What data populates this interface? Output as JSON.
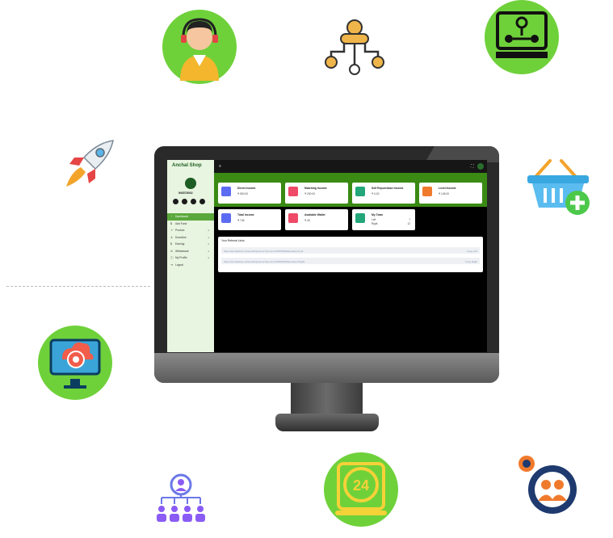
{
  "brand": {
    "name": "Anchal Shop"
  },
  "user": {
    "id": "IN6578002"
  },
  "sidebar": {
    "items": [
      {
        "label": "Dashboard",
        "icon": "dashboard-icon"
      },
      {
        "label": "Add Fund",
        "icon": "dollar-icon"
      },
      {
        "label": "Product",
        "icon": "chart-icon",
        "chevron": "v"
      },
      {
        "label": "Downline",
        "icon": "user-icon",
        "chevron": "v"
      },
      {
        "label": "Earning",
        "icon": "dollar-icon",
        "chevron": "v"
      },
      {
        "label": "Withdrawal",
        "icon": "wallet-icon",
        "chevron": "v"
      },
      {
        "label": "My Profile",
        "icon": "profile-icon",
        "chevron": "v"
      },
      {
        "label": "Logout",
        "icon": "logout-icon"
      }
    ]
  },
  "cards": [
    {
      "title": "Direct Income",
      "value": "₹ 900.00",
      "color": "#5b6cf2"
    },
    {
      "title": "Matching Income",
      "value": "₹ 200.00",
      "color": "#ef4a68"
    },
    {
      "title": "Self Repurchase Income",
      "value": "₹ 0.00",
      "color": "#22a67a"
    },
    {
      "title": "Level Income",
      "value": "₹ 145.00",
      "color": "#f07a2c"
    },
    {
      "title": "Total Income",
      "value": "₹ 745",
      "color": "#5b6cf2"
    },
    {
      "title": "Available Wallet",
      "value": "₹ 45",
      "color": "#ef4a68"
    },
    {
      "title": "My Team",
      "left_label": "Left",
      "left_value": "7",
      "right_label": "Right",
      "right_value": "12",
      "color": "#22a67a"
    }
  ],
  "referral": {
    "title": "Your Referral Links",
    "links": [
      {
        "url": "https://anchalshop.in/JoinwithSponsor?sponsor=IN6578002&position=Left",
        "action": "Copy Left"
      },
      {
        "url": "https://anchalshop.in/JoinwithSponsor?sponsor=IN6578002&position=Right",
        "action": "Copy Right"
      }
    ]
  },
  "decor": {
    "circle_color": "#6fd13a",
    "icons": [
      "support-agent-icon",
      "social-network-icon",
      "team-monitor-icon",
      "rocket-icon",
      "shopping-basket-add-icon",
      "cloud-settings-icon",
      "clock-24-icon",
      "team-gear-icon",
      "org-structure-icon"
    ],
    "clock_text": "24"
  }
}
